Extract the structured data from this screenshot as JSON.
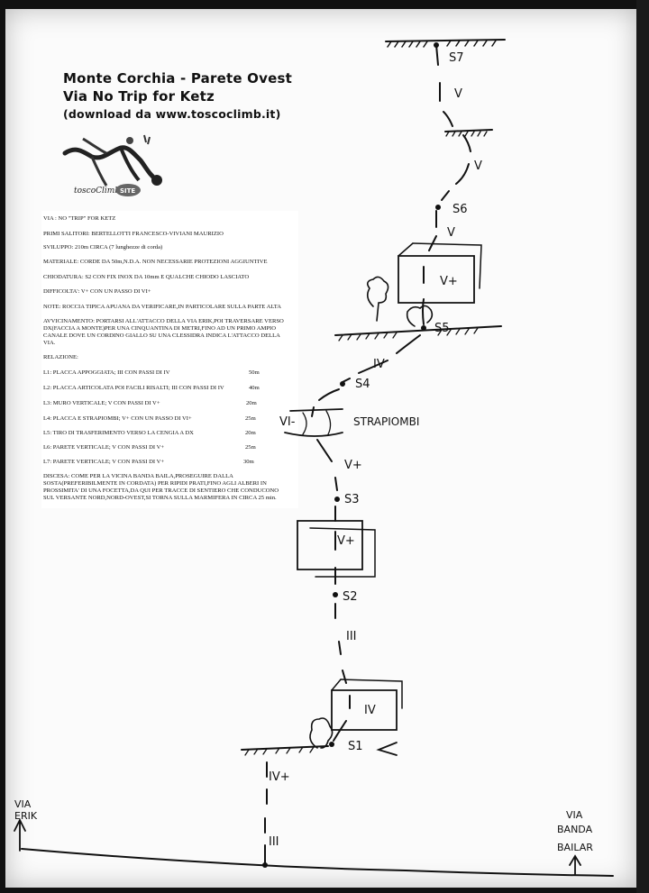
{
  "header": {
    "line1": "Monte Corchia - Parete Ovest",
    "line2": "Via No Trip for Ketz",
    "line3": "(download da www.toscoclimb.it)"
  },
  "logo": {
    "script_text": "toscoClimb",
    "badge_text": "SITE"
  },
  "info": {
    "via": "VIA :  NO \"TRIP\" FOR KETZ",
    "primi_salitori": "PRIMI SALITORI: BERTELLOTTI FRANCESCO-VIVIANI MAURIZIO",
    "sviluppo": "SVILUPPO: 210m CIRCA (7 lunghezze di corda)",
    "materiale": "MATERIALE: CORDE DA 50m,N.D.A.    NON NECESSARIE PROTEZIONI AGGIUNTIVE",
    "chiodatura": "CHIODATURA: S2 CON FIX INOX DA 10mm E QUALCHE CHIODO LASCIATO",
    "difficolta": "DIFFICOLTA': V+ CON UN PASSO DI  VI+",
    "note": "NOTE: ROCCIA TIPICA APUANA DA VERIFICARE,IN PARTICOLARE SULLA PARTE ALTA",
    "avvicinamento": [
      "AVVICINAMENTO: PORTARSI ALL'ATTACCO DELLA VIA ERIK,POI TRAVERSARE VERSO",
      "DX(FACCIA A MONTE)PER UNA CINQUANTINA DI METRI,FINO AD UN PRIMO AMPIO",
      "CANALE DOVE UN CORDINO GIALLO SU UNA CLESSIDRA INDICA L'ATTACCO DELLA",
      "VIA."
    ],
    "relazione_label": "RELAZIONE:",
    "pitches": [
      {
        "text": "L1: PLACCA APPOGGIATA;  III CON PASSI DI   IV",
        "length": "50m"
      },
      {
        "text": "L2: PLACCA ARTICOLATA POI FACILI RISALTI;   III CON PASSI DI   IV",
        "length": "40m"
      },
      {
        "text": "L3: MURO VERTICALE;   V    CON PASSI DI   V+",
        "length": "20m"
      },
      {
        "text": "L4: PLACCA E STRAPIOMBI;   V+  CON UN PASSO DI   VI+",
        "length": "25m"
      },
      {
        "text": "L5: TIRO DI TRASFERIMENTO VERSO LA CENGIA A DX",
        "length": "20m"
      },
      {
        "text": "L6: PARETE VERTICALE;    V    CON PASSI DI   V+",
        "length": "25m"
      },
      {
        "text": "L7: PARETE VERTICALE;   V   CON PASSI DI   V+",
        "length": "30m"
      }
    ],
    "discesa": [
      "DISCESA: COME PER LA VICINA BANDA BAILA,PROSEGUIRE DALLA",
      "SOSTA(PREFERIBILMENTE IN CORDATA) PER RIPIDI PRATI,FINO AGLI ALBERI IN",
      "PROSSIMITA' DI UNA FOCETTA,DA QUI PER TRACCE DI SENTIERO CHE CONDUCONO",
      "SUL VERSANTE NORD,NORD-OVEST,SI TORNA SULLA MARMIFERA IN CIRCA 25 min."
    ]
  },
  "topo": {
    "belays": [
      "S7",
      "S6",
      "S5",
      "S4",
      "S3",
      "S2",
      "S1"
    ],
    "grades": {
      "s7_s6_a": "V",
      "s7_s6_b": "V",
      "s6_s5_a": "V",
      "s6_s5_roof": "V+",
      "s5_s4": "IV",
      "roof_l4": "VI-",
      "s4_s3": "V+",
      "s3_s2_roof": "V+",
      "s2_s1": "III",
      "s1_block": "IV",
      "start_upper": "IV+",
      "start_lower": "III"
    },
    "strapiombi_label": "STRAPIOMBI",
    "left_route": [
      "VIA",
      "ERIK"
    ],
    "right_route": [
      "VIA",
      "BANDA",
      "BAILAR"
    ]
  }
}
